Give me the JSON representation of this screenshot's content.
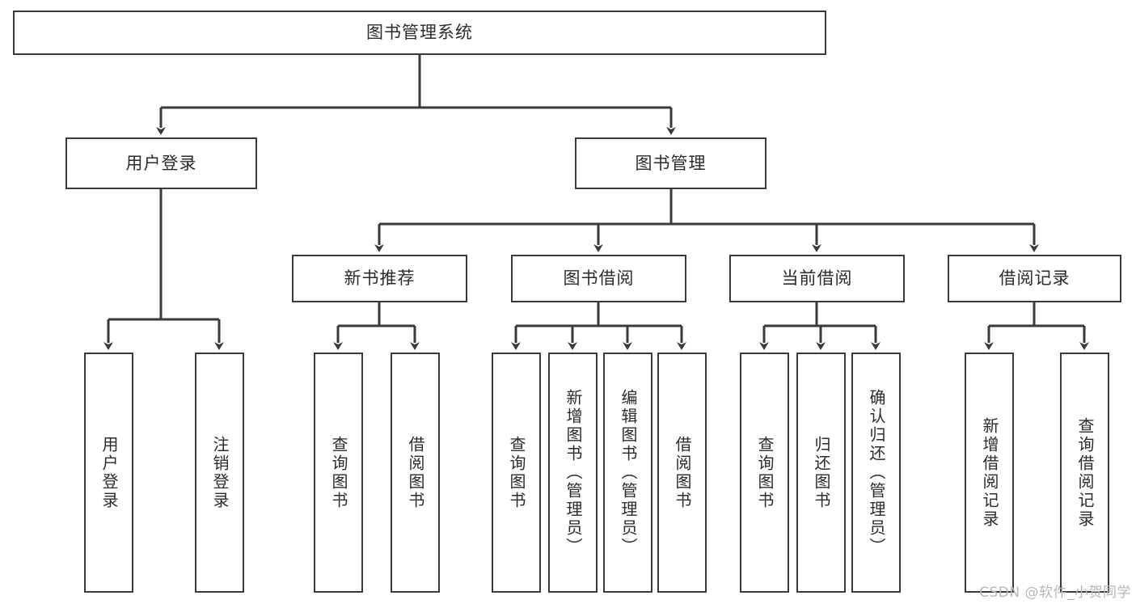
{
  "diagram": {
    "title": "图书管理系统",
    "type": "tree-hierarchy",
    "nodes": {
      "root": {
        "label": "图书管理系统"
      },
      "level2": [
        {
          "id": "user-login",
          "label": "用户登录"
        },
        {
          "id": "book-manage",
          "label": "图书管理"
        }
      ],
      "level3": [
        {
          "id": "new-book-recommend",
          "label": "新书推荐"
        },
        {
          "id": "book-borrow",
          "label": "图书借阅"
        },
        {
          "id": "current-borrow",
          "label": "当前借阅"
        },
        {
          "id": "borrow-record",
          "label": "借阅记录"
        }
      ],
      "leaves": [
        {
          "id": "leaf-user-login",
          "label": "用户登录",
          "parent": "user-login"
        },
        {
          "id": "leaf-logout-login",
          "label": "注销登录",
          "parent": "user-login"
        },
        {
          "id": "leaf-query-book-1",
          "label": "查询图书",
          "parent": "new-book-recommend"
        },
        {
          "id": "leaf-borrow-book-1",
          "label": "借阅图书",
          "parent": "new-book-recommend"
        },
        {
          "id": "leaf-query-book-2",
          "label": "查询图书",
          "parent": "book-borrow"
        },
        {
          "id": "leaf-add-book",
          "label": "新增图书（管理员）",
          "parent": "book-borrow"
        },
        {
          "id": "leaf-edit-book",
          "label": "编辑图书（管理员）",
          "parent": "book-borrow"
        },
        {
          "id": "leaf-borrow-book-2",
          "label": "借阅图书",
          "parent": "book-borrow"
        },
        {
          "id": "leaf-query-book-3",
          "label": "查询图书",
          "parent": "current-borrow"
        },
        {
          "id": "leaf-return-book",
          "label": "归还图书",
          "parent": "current-borrow"
        },
        {
          "id": "leaf-confirm-return",
          "label": "确认归还（管理员）",
          "parent": "current-borrow"
        },
        {
          "id": "leaf-add-record",
          "label": "新增借阅记录",
          "parent": "borrow-record"
        },
        {
          "id": "leaf-query-record",
          "label": "查询借阅记录",
          "parent": "borrow-record"
        }
      ]
    },
    "colors": {
      "stroke": "#3a3a3a",
      "text": "#2b2b2b",
      "background": "#ffffff",
      "watermark": "#b7b7b7"
    }
  },
  "watermark": {
    "text": "CSDN @软件_小贺同学"
  }
}
